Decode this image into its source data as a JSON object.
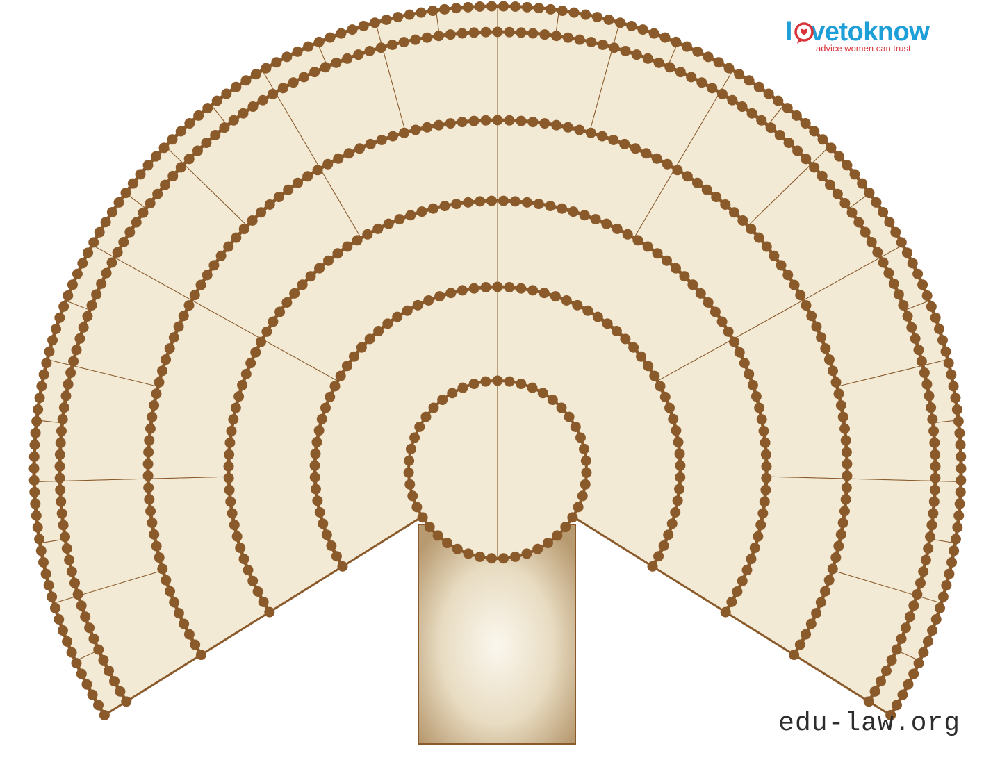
{
  "logo": {
    "part_before_heart": "l",
    "part_after_heart": "vetoknow",
    "tagline": "advice women can trust",
    "accent_color": "#d8343a",
    "word_color": "#1e9fd7",
    "icon": "heart-speech-bubble-icon"
  },
  "watermark": "edu-law.org",
  "fan_chart": {
    "rings": 5,
    "segments_per_ring": [
      2,
      4,
      8,
      16,
      32
    ],
    "fill_color": "#f3ead6",
    "border_color": "#8a5a2b",
    "trunk_color": "#c9ad85"
  }
}
